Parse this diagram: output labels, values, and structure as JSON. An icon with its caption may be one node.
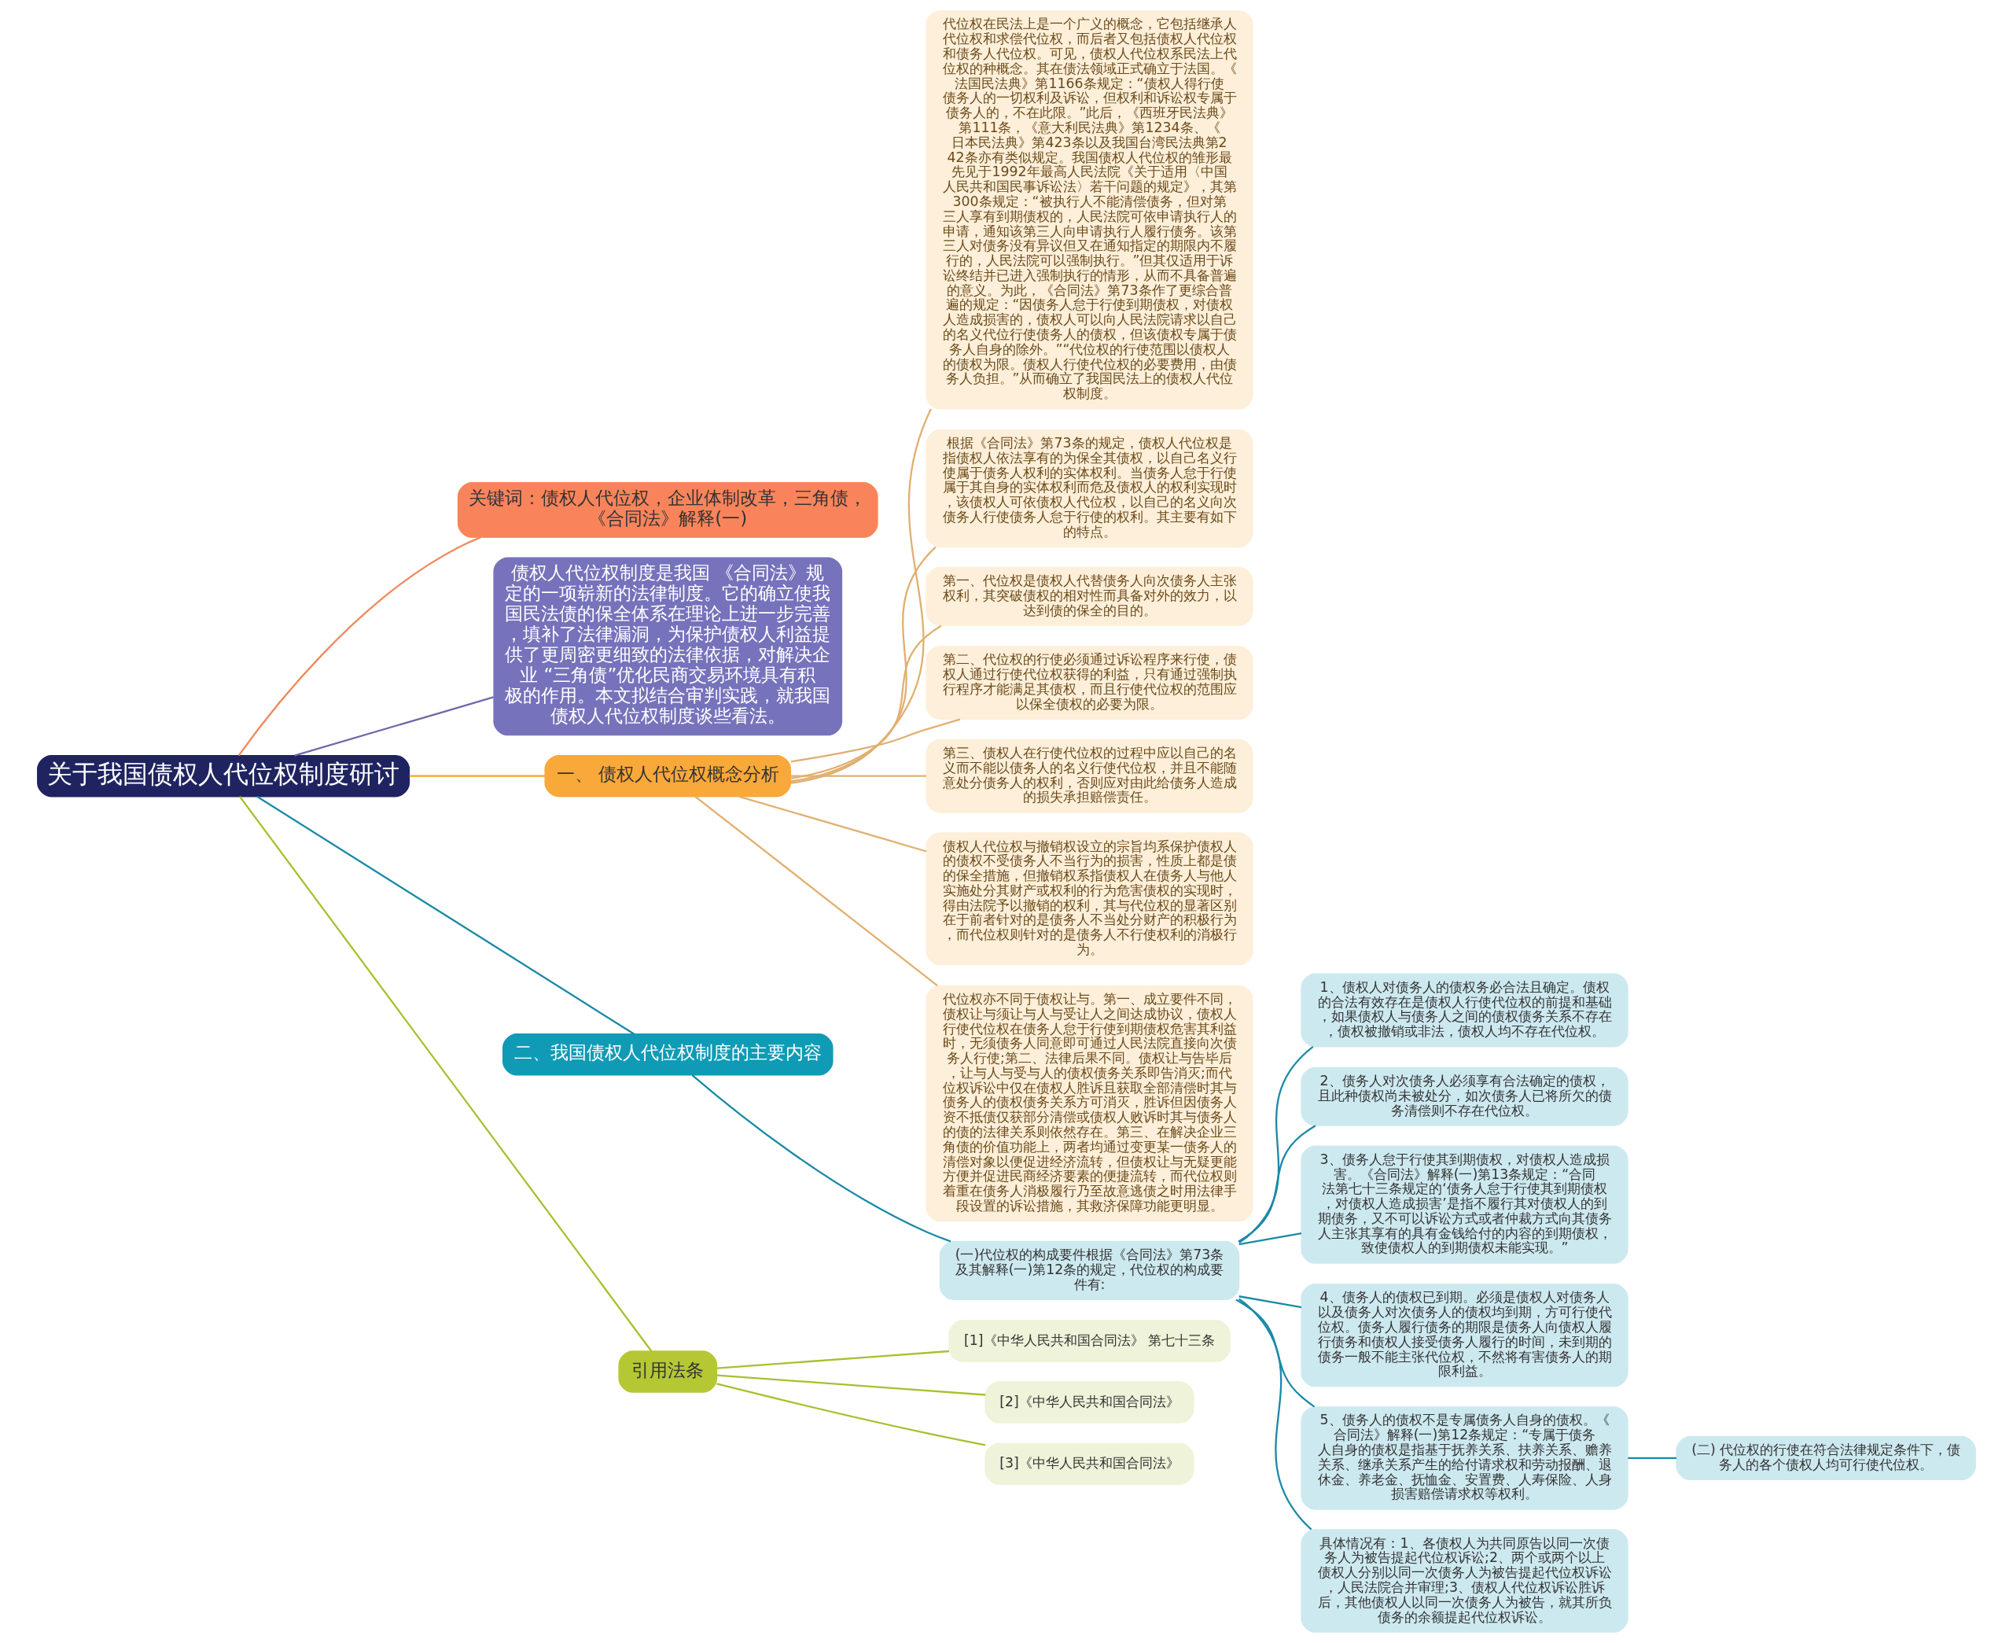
{
  "diagram": {
    "nodes": [
      {
        "text": [
          "关于我国债权人代位权制度研讨"
        ]
      },
      {
        "text": [
          "关键词：债权人代位权，企业体制改革，三角债，《合同法》解释(一)"
        ]
      },
      {
        "text": [
          "债权人代位权制度是我国 《合同法》规定的一项崭新的法律制度。它的确立使我国民法债的保全体系在理论上进一步完善，填补了法律漏洞，为保护债权人利益提供了更周密更细致的法律依据，对解决企业 “三角债”优化民商交易环境具有积极的作用。本文拟结合审判实践，就我国债权人代位权制度谈些看法。"
        ]
      },
      {
        "text": [
          "一、 债权人代位权概念分析"
        ]
      },
      {
        "text": [
          "代位权在民法上是一个广义的概念，它包括继承人代位权和求偿代位权，而后者又包括债权人代位权和债务人代位权。可见，债权人代位权系民法上代位权的种概念。其在债法领域正式确立于法国。《法国民法典》第1166条规定：“债权人得行使债务人的一切权利及诉讼，但权利和诉讼权专属于债务人的，不在此限。”此后，《西班牙民法典》第111条，《意大利民法典》第1234条、《日本民法典》第423条以及我国台湾民法典第242条亦有类似规定。我国债权人代位权的雏形最先见于1992年最高人民法院《关于适用〈中国人民共和国民事诉讼法〉若干问题的规定》，其第300条规定：“被执行人不能清偿债务，但对第三人享有到期债权的，人民法院可依申请执行人的申请，通知该第三人向申请执行人履行债务。该第三人对债务没有异议但又在通知指定的期限内不履行的，人民法院可以强制执行。”但其仅适用于诉讼终结并已进入强制执行的情形，从而不具备普遍的意义。为此，《合同法》第73条作了更综合普遍的规定：“因债务人怠于行使到期债权，对债权人造成损害的，债权人可以向人民法院请求以自己的名义代位行使债务人的债权，但该债权专属于债务人自身的除外。”“代位权的行使范围以债权人的债权为限。债权人行使代位权的必要费用，由债务人负担。”从而确立了我国民法上的债权人代位权制度。"
        ]
      },
      {
        "text": [
          "根据《合同法》第73条的规定，债权人代位权是指债权人依法享有的为保全其债权，以自己名义行使属于债务人权利的实体权利。当债务人怠于行使属于其自身的实体权利而危及债权人的权利实现时，该债权人可依债权人代位权，以自己的名义向次债务人行使债务人怠于行使的权利。其主要有如下的特点。"
        ]
      },
      {
        "text": [
          "第一、代位权是债权人代替债务人向次债务人主张权利，其突破债权的相对性而具备对外的效力，以达到债的保全的目的。"
        ]
      },
      {
        "text": [
          "第二、代位权的行使必须通过诉讼程序来行使，债权人通过行使代位权获得的利益，只有通过强制执行程序才能满足其债权，而且行使代位权的范围应以保全债权的必要为限。"
        ]
      },
      {
        "text": [
          "第三、债权人在行使代位权的过程中应以自己的名义而不能以债务人的名义行使代位权，并且不能随意处分债务人的权利，否则应对由此给债务人造成的损失承担赔偿责任。"
        ]
      },
      {
        "text": [
          "债权人代位权与撤销权设立的宗旨均系保护债权人的债权不受债务人不当行为的损害，性质上都是债的保全措施，但撤销权系指债权人在债务人与他人实施处分其财产或权利的行为危害债权的实现时，得由法院予以撤销的权利，其与代位权的显著区别在于前者针对的是债务人不当处分财产的积极行为，而代位权则针对的是债务人不行使权利的消极行为。"
        ]
      },
      {
        "text": [
          "代位权亦不同于债权让与。第一、成立要件不同，债权让与须让与人与受让人之间达成协议，债权人行使代位权在债务人怠于行使到期债权危害其利益时，无须债务人同意即可通过人民法院直接向次债务人行使;第二、法律后果不同。债权让与告毕后，让与人与受与人的债权债务关系即告消灭;而代位权诉讼中仅在债权人胜诉且获取全部清偿时其与债务人的债权债务关系方可消灭，胜诉但因债务人资不抵债仅获部分清偿或债权人败诉时其与债务人的债的法律关系则依然存在。第三、在解决企业三角债的价值功能上，两者均通过变更某一债务人的清偿对象以便促进经济流转，但债权让与无疑更能方便并促进民商经济要素的便捷流转，而代位权则着重在债务人消极履行乃至故意逃债之时用法律手段设置的诉讼措施，其救济保障功能更明显。"
        ]
      },
      {
        "text": [
          "二、我国债权人代位权制度的主要内容"
        ]
      },
      {
        "text": [
          "(一)代位权的构成要件根据《合同法》第73条及其解释(一)第12条的规定，代位权的构成要件有:"
        ]
      },
      {
        "text": [
          "1、债权人对债务人的债权务必合法且确定。债权的合法有效存在是债权人行使代位权的前提和基础，如果债权人与债务人之间的债权债务关系不存在，债权被撤销或非法，债权人均不存在代位权。"
        ]
      },
      {
        "text": [
          "2、债务人对次债务人必须享有合法确定的债权，且此种债权尚未被处分，如次债务人已将所欠的债务清偿则不存在代位权。"
        ]
      },
      {
        "text": [
          "3、债务人怠于行使其到期债权，对债权人造成损害。《合同法》解释(一)第13条规定：“合同法第七十三条规定的‘债务人怠于行使其到期债权，对债权人造成损害’是指不履行其对债权人的到期债务，又不可以诉讼方式或者仲裁方式向其债务人主张其享有的具有金钱给付的内容的到期债权，致使债权人的到期债权未能实现。”"
        ]
      },
      {
        "text": [
          "4、债务人的债权已到期。必须是债权人对债务人以及债务人对次债务人的债权均到期，方可行使代位权。债务人履行债务的期限是债务人向债权人履行债务和债权人接受债务人履行的时间，未到期的债务一般不能主张代位权，不然将有害债务人的期限利益。"
        ]
      },
      {
        "text": [
          "5、债务人的债权不是专属债务人自身的债权。《合同法》解释(一)第12条规定：“专属于债务人自身的债权是指基于抚养关系、扶养关系、赡养关系、继承关系产生的给付请求权和劳动报酬、退休金、养老金、抚恤金、安置费、人寿保险、人身损害赔偿请求权等权利。"
        ]
      },
      {
        "text": [
          "具体情况有：1、各债权人为共同原告以同一次债务人为被告提起代位权诉讼;2、两个或两个以上债权人分别以同一次债务人为被告提起代位权诉讼，人民法院合并审理;3、债权人代位权诉讼胜诉后，其他债权人以同一次债务人为被告，就其所负债务的余额提起代位权诉讼。"
        ]
      },
      {
        "text": [
          "(二) 代位权的行使在符合法律规定条件下，债务人的各个债权人均可行使代位权。"
        ]
      },
      {
        "text": [
          "引用法条"
        ]
      },
      {
        "text": [
          "[1]《中华人民共和国合同法》 第七十三条"
        ]
      },
      {
        "text": [
          "[2]《中华人民共和国合同法》"
        ]
      },
      {
        "text": [
          "[3]《中华人民共和国合同法》"
        ]
      }
    ],
    "edges": [
      {
        "from": 0,
        "to": 1,
        "arrow": "none",
        "color": "#f08a5d"
      },
      {
        "from": 0,
        "to": 2,
        "arrow": "none",
        "color": "#6e6aa8"
      },
      {
        "from": 0,
        "to": 3,
        "arrow": "none",
        "color": "#f5a623"
      },
      {
        "from": 3,
        "to": 4,
        "arrow": "none",
        "color": "#e0b070"
      },
      {
        "from": 3,
        "to": 5,
        "arrow": "none",
        "color": "#e0b070"
      },
      {
        "from": 3,
        "to": 6,
        "arrow": "none",
        "color": "#e0b070"
      },
      {
        "from": 3,
        "to": 7,
        "arrow": "none",
        "color": "#e0b070"
      },
      {
        "from": 3,
        "to": 8,
        "arrow": "none",
        "color": "#e0b070"
      },
      {
        "from": 3,
        "to": 9,
        "arrow": "none",
        "color": "#e0b070"
      },
      {
        "from": 3,
        "to": 10,
        "arrow": "none",
        "color": "#e0b070"
      },
      {
        "from": 0,
        "to": 11,
        "arrow": "none",
        "color": "#1a8aa6"
      },
      {
        "from": 11,
        "to": 12,
        "arrow": "none",
        "color": "#1a8aa6"
      },
      {
        "from": 12,
        "to": 13,
        "arrow": "none",
        "color": "#1a8aa6"
      },
      {
        "from": 12,
        "to": 14,
        "arrow": "none",
        "color": "#1a8aa6"
      },
      {
        "from": 12,
        "to": 15,
        "arrow": "none",
        "color": "#1a8aa6"
      },
      {
        "from": 12,
        "to": 16,
        "arrow": "none",
        "color": "#1a8aa6"
      },
      {
        "from": 12,
        "to": 17,
        "arrow": "none",
        "color": "#1a8aa6"
      },
      {
        "from": 12,
        "to": 18,
        "arrow": "none",
        "color": "#1a8aa6"
      },
      {
        "from": 17,
        "to": 19,
        "arrow": "none",
        "color": "#1a8aa6"
      },
      {
        "from": 0,
        "to": 20,
        "arrow": "none",
        "color": "#a8c030"
      },
      {
        "from": 20,
        "to": 21,
        "arrow": "none",
        "color": "#a8c030"
      },
      {
        "from": 20,
        "to": 22,
        "arrow": "none",
        "color": "#a8c030"
      },
      {
        "from": 20,
        "to": 23,
        "arrow": "none",
        "color": "#a8c030"
      }
    ]
  }
}
